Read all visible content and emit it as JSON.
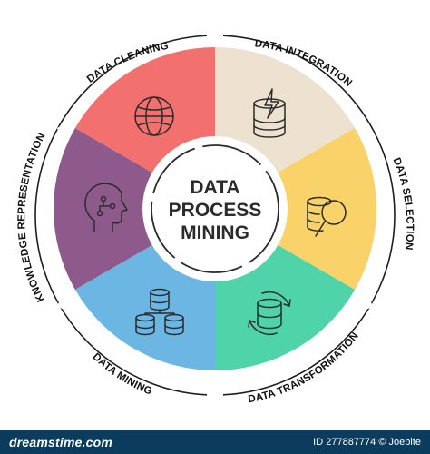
{
  "center": {
    "lines": [
      "DATA",
      "PROCESS",
      "MINING"
    ]
  },
  "segments": [
    {
      "label": "DATA INTEGRATION",
      "color": "#ede1cf",
      "icon": "database-lightning-icon"
    },
    {
      "label": "DATA SELECTION",
      "color": "#f9d26a",
      "icon": "database-magnifier-icon"
    },
    {
      "label": "DATA TRANSFORMATION",
      "color": "#4fd3a9",
      "icon": "database-cycle-icon"
    },
    {
      "label": "DATA MINING",
      "color": "#6cb6e3",
      "icon": "database-network-icon"
    },
    {
      "label": "KNOWLEDGE REPRESENTATION",
      "color": "#8e5a8c",
      "icon": "head-circuit-icon"
    },
    {
      "label": "DATA CLEANING",
      "color": "#f2716f",
      "icon": "globe-icon"
    }
  ],
  "footer": {
    "logo": "dreamstime.com",
    "id_text": "ID 277887774",
    "author": "Joebite"
  }
}
